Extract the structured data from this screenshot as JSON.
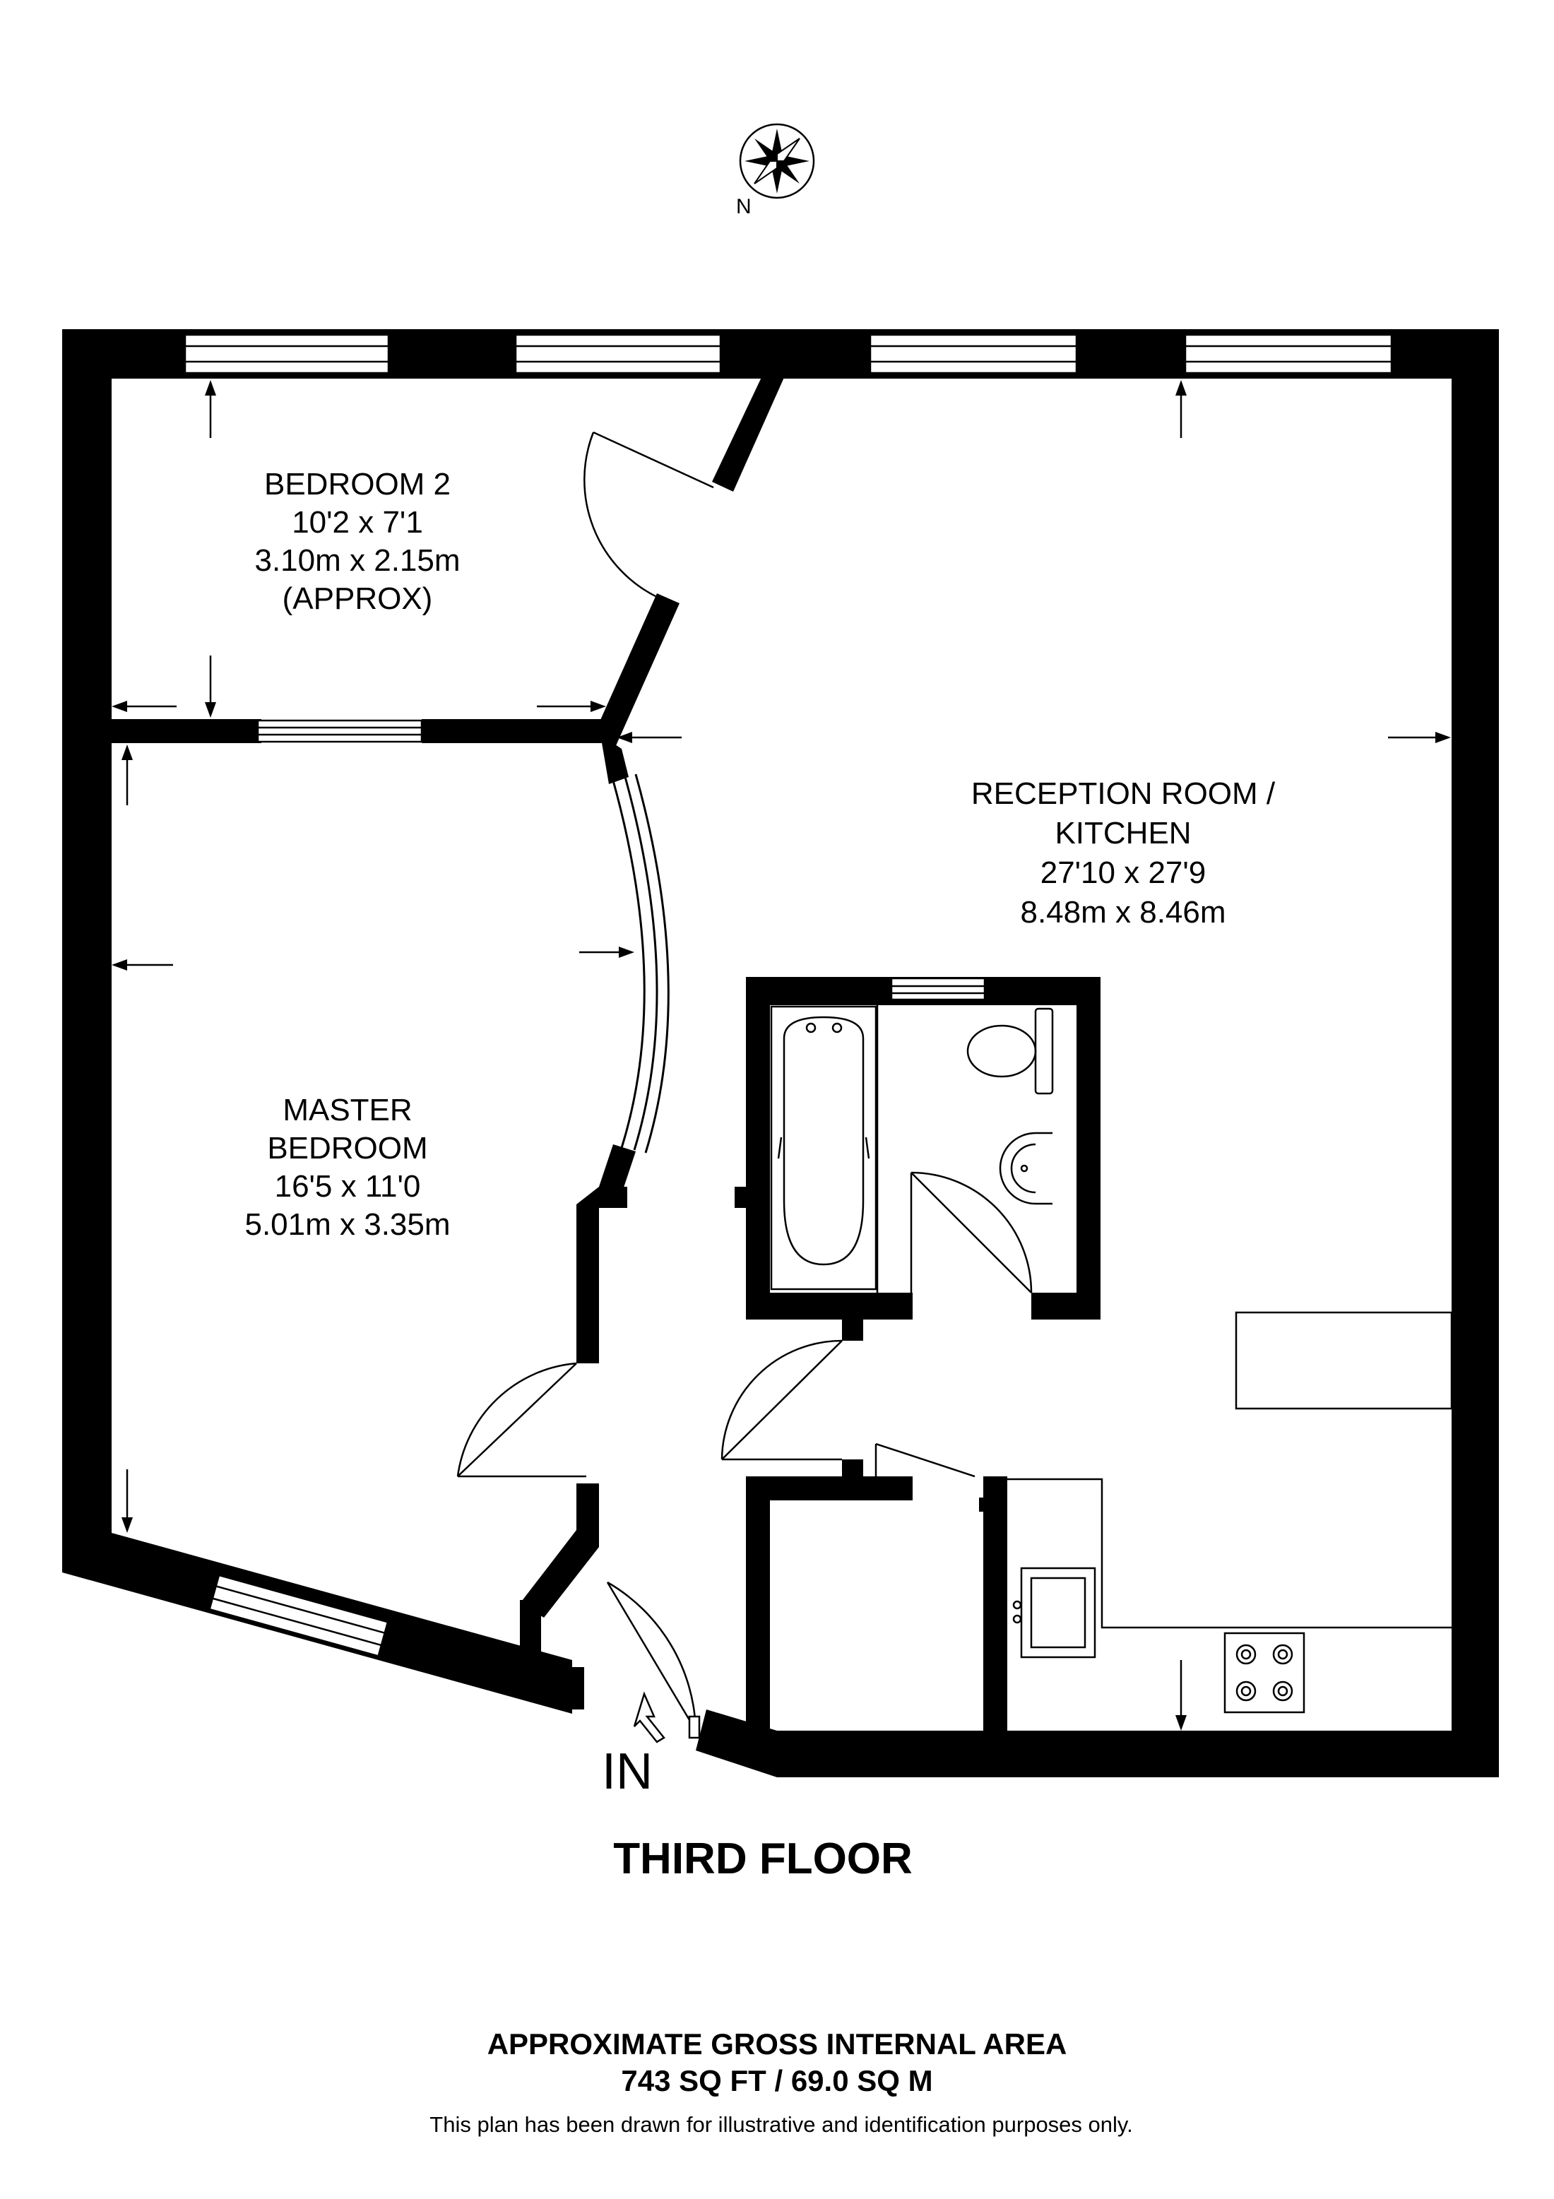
{
  "compass": {
    "label": "N"
  },
  "rooms": {
    "bedroom2": {
      "name": "BEDROOM 2",
      "imperial": "10'2 x 7'1",
      "metric": "3.10m x 2.15m",
      "note": "(APPROX)"
    },
    "reception": {
      "name_line1": "RECEPTION ROOM /",
      "name_line2": "KITCHEN",
      "imperial": "27'10 x 27'9",
      "metric": "8.48m x 8.46m"
    },
    "master": {
      "name_line1": "MASTER",
      "name_line2": "BEDROOM",
      "imperial": "16'5 x 11'0",
      "metric": "5.01m x 3.35m"
    }
  },
  "entrance": {
    "label": "IN"
  },
  "floor": {
    "title": "THIRD FLOOR"
  },
  "area": {
    "line1": "APPROXIMATE GROSS INTERNAL AREA",
    "line2": "743 SQ FT / 69.0 SQ M"
  },
  "disclaimer": "This plan has been drawn for illustrative and identification purposes only."
}
